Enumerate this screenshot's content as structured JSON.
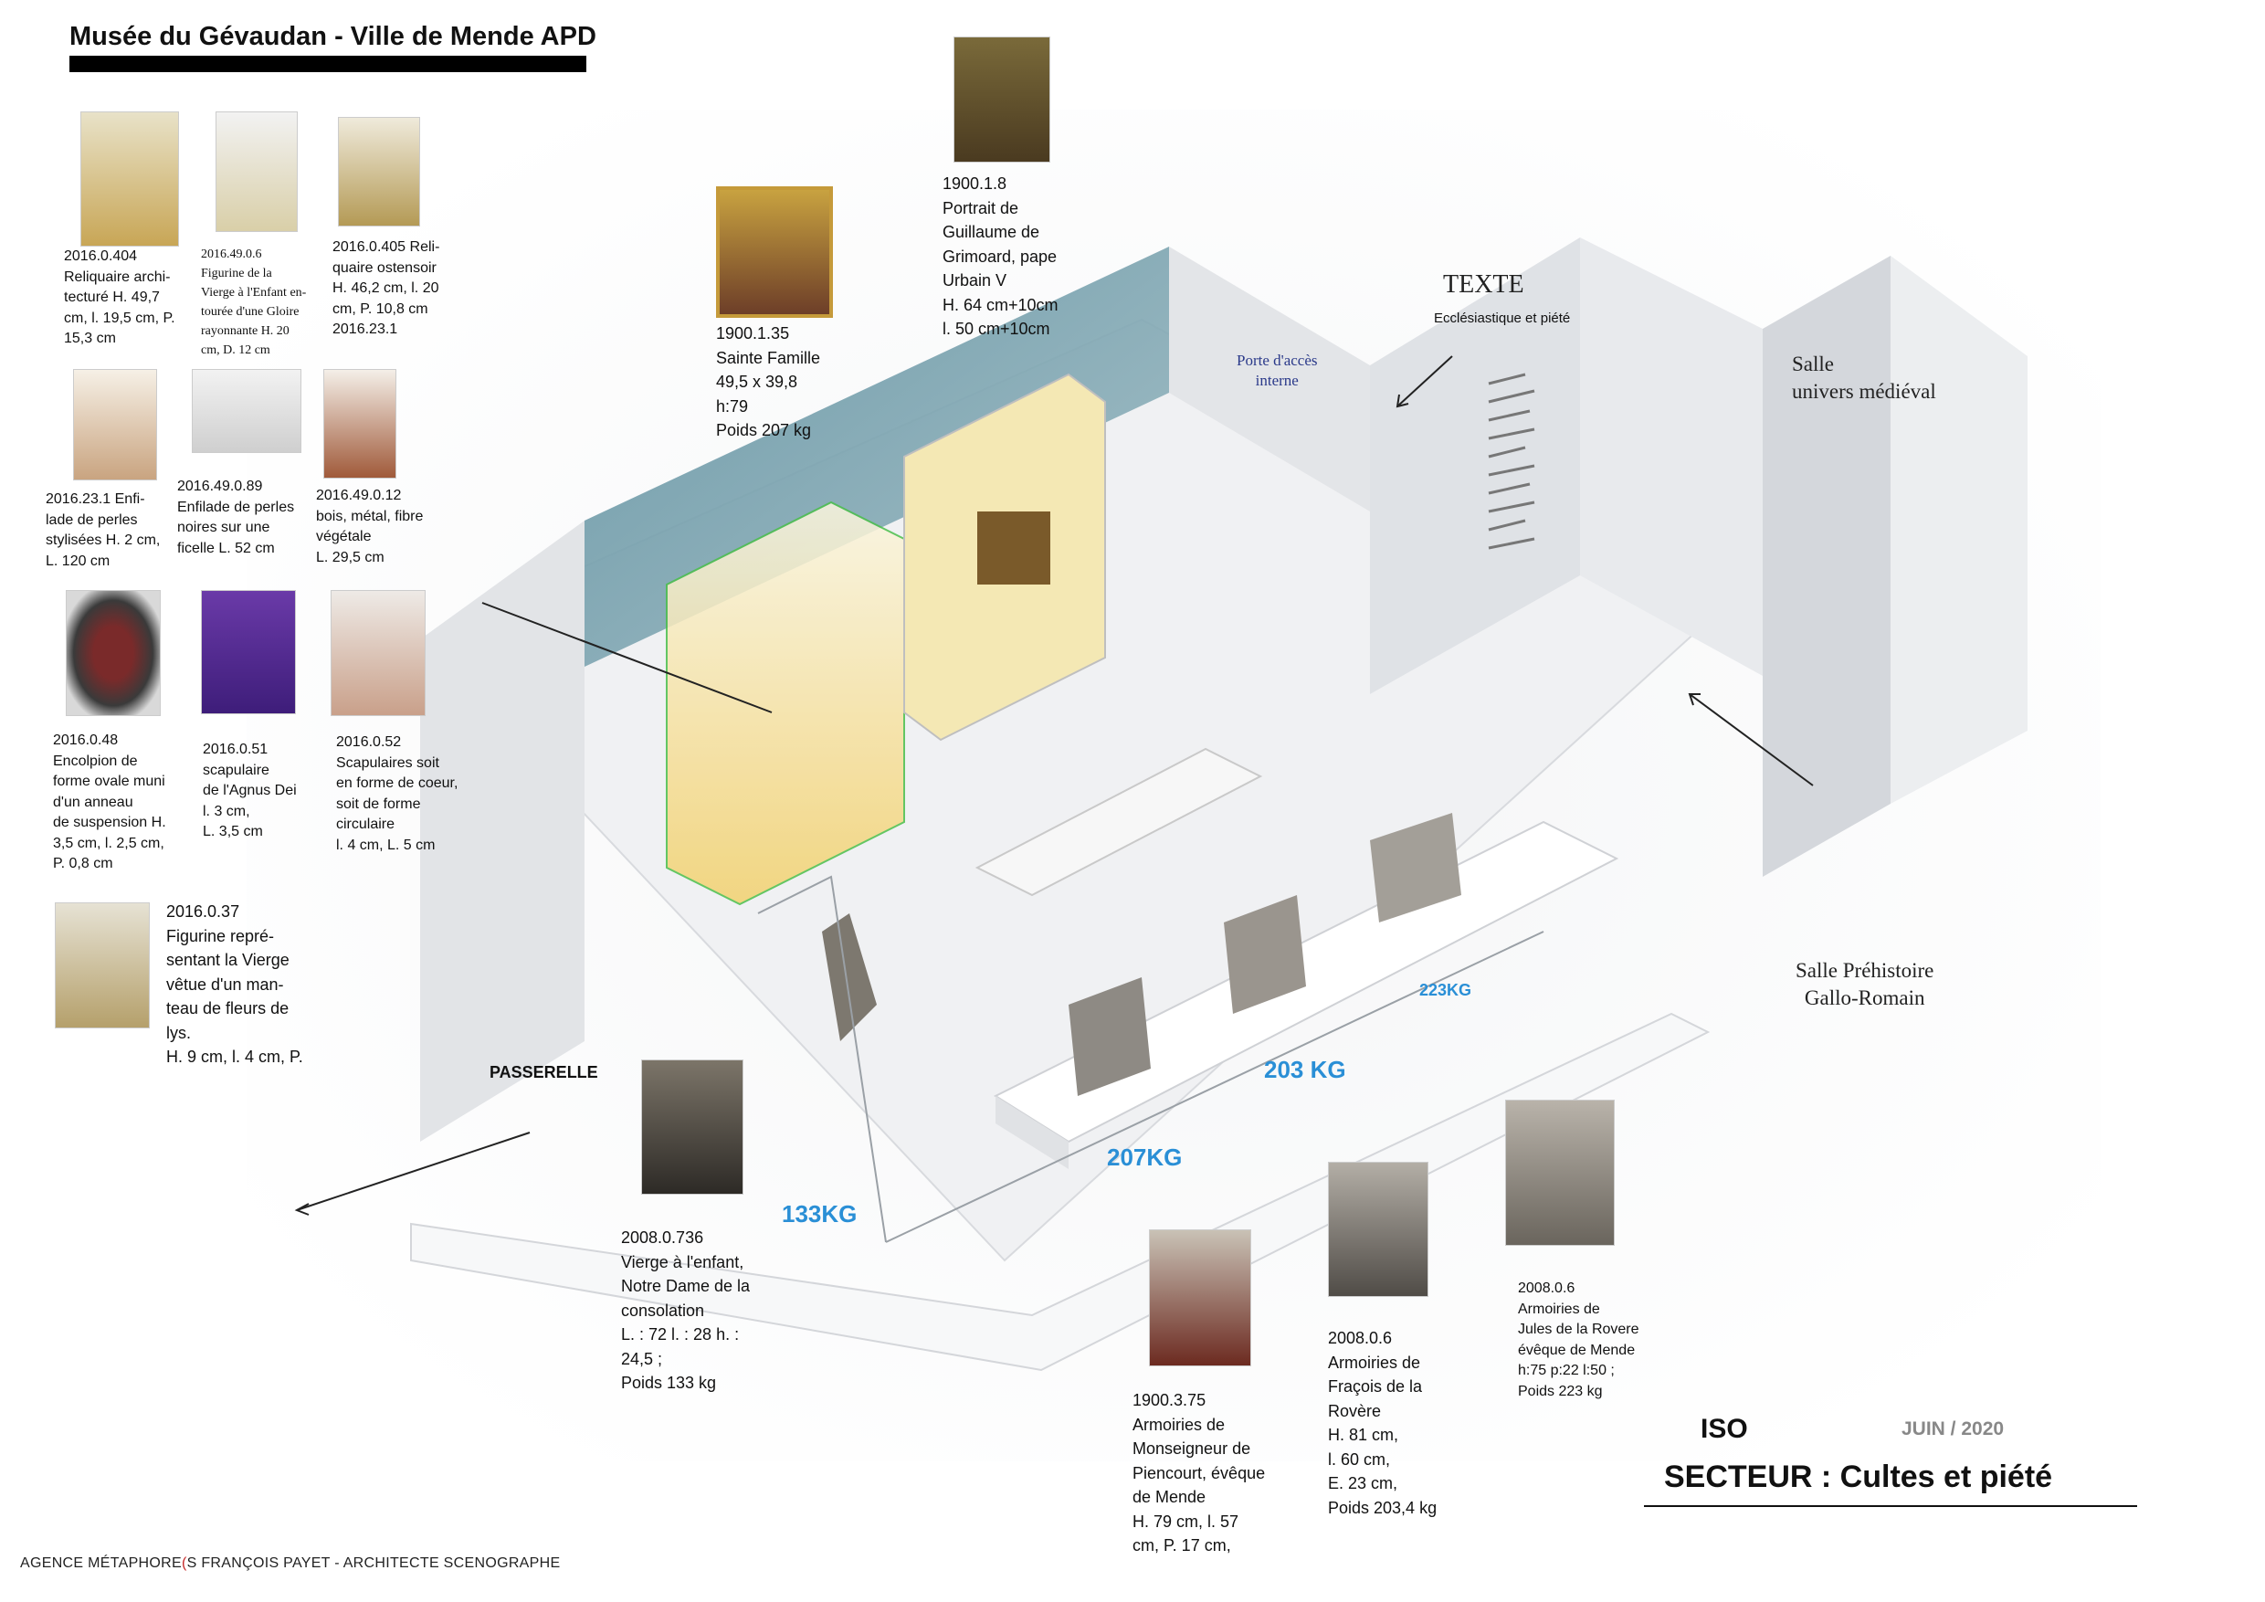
{
  "header": {
    "title": "Musée du Gévaudan - Ville de Mende APD"
  },
  "objects": [
    {
      "id": "o1",
      "caption": "2016.0.404\nReliquaire archi-\ntecturé H. 49,7\ncm, l. 19,5 cm, P.\n15,3 cm"
    },
    {
      "id": "o2",
      "caption": "2016.49.0.6\nFigurine de la\nVierge à l'Enfant en-\ntourée d'une Gloire\nrayonnante H. 20\ncm, D. 12 cm"
    },
    {
      "id": "o3",
      "caption": "2016.0.405 Reli-\nquaire ostensoir\nH. 46,2 cm, l. 20\ncm, P. 10,8 cm\n2016.23.1"
    },
    {
      "id": "o4",
      "caption": "2016.23.1 Enfi-\nlade de perles\nstylisées H. 2 cm,\nL. 120 cm"
    },
    {
      "id": "o5",
      "caption": "2016.49.0.89\nEnfilade de perles\nnoires sur une\nficelle L. 52 cm"
    },
    {
      "id": "o6",
      "caption": "2016.49.0.12\nbois, métal, fibre\nvégétale\n L. 29,5 cm"
    },
    {
      "id": "o7",
      "caption": "2016.0.48\nEncolpion de\nforme ovale muni\nd'un anneau\nde suspension H.\n3,5 cm, l. 2,5 cm,\nP. 0,8 cm"
    },
    {
      "id": "o8",
      "caption": "2016.0.51\nscapulaire\nde l'Agnus Dei\nl. 3 cm,\nL. 3,5 cm"
    },
    {
      "id": "o9",
      "caption": "2016.0.52\n Scapulaires soit\nen forme de coeur,\nsoit de forme\n circulaire\nl. 4 cm, L. 5 cm"
    },
    {
      "id": "o10",
      "caption": "2016.0.37\nFigurine repré-\nsentant la Vierge\nvêtue d'un man-\nteau de fleurs de\nlys.\nH. 9 cm, l. 4 cm, P."
    }
  ],
  "artworks": {
    "sainte_famille": "1900.1.35\nSainte Famille\n49,5 x 39,8\nh:79\nPoids 207 kg",
    "portrait": "1900.1.8\nPortrait de\nGuillaume de\nGrimoard, pape\nUrbain V\nH. 64 cm+10cm\nl. 50 cm+10cm",
    "vierge": "2008.0.736\nVierge à l'enfant,\nNotre Dame de la\nconsolation\nL. : 72 l. : 28 h. :\n24,5 ;\nPoids 133 kg",
    "piencourt": "1900.3.75\nArmoiries de\nMonseigneur de\nPiencourt, évêque\nde Mende\nH. 79 cm, l. 57\ncm, P. 17 cm,",
    "rovere1": "2008.0.6\nArmoiries de\nFraçois de la\nRovère\nH. 81 cm,\nl. 60 cm,\nE. 23 cm,\nPoids 203,4 kg",
    "rovere2": "2008.0.6\nArmoiries de\nJules de la Rovere\névêque de Mende\nh:75 p:22 l:50 ;\nPoids 223 kg"
  },
  "plan_labels": {
    "texte": "TEXTE",
    "texte_sub": "Ecclésiastique et piété",
    "porte": "Porte d'accès\ninterne",
    "salle_medieval": "Salle\nunivers médiéval",
    "salle_prehistoire": "Salle Préhistoire\nGallo-Romain",
    "passerelle": "PASSERELLE"
  },
  "weights": {
    "w133": "133KG",
    "w207": "207KG",
    "w203": "203 KG",
    "w223": "223KG"
  },
  "footer": {
    "agency_left": "AGENCE MÉTAPHORE",
    "agency_brace": "(",
    "agency_mid": "S",
    "agency_right": "  FRANÇOIS PAYET  - ARCHITECTE SCENOGRAPHE"
  },
  "titleblock": {
    "iso": "ISO",
    "date": "JUIN / 2020",
    "sector": "SECTEUR : Cultes et piété"
  },
  "colors": {
    "weight_blue": "#2a8fd6",
    "wall": "#e9ebee",
    "blue_wall": "#6f9aa8",
    "porte_text": "#2b3a8a"
  }
}
